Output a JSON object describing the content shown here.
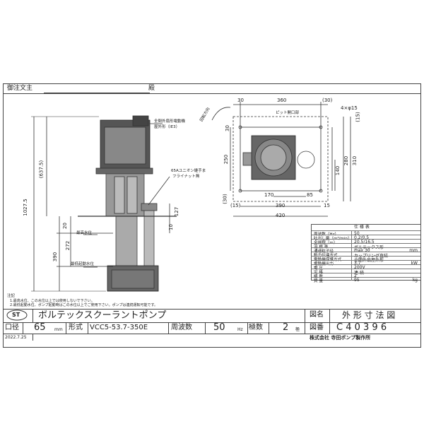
{
  "header": {
    "order_label": "御注文主",
    "honorific": "殿"
  },
  "logo": {
    "text": "ST"
  },
  "title_block": {
    "product_name": "ボルテックスクーラントポンプ",
    "drawing_name_label": "図名",
    "drawing_name": "外 形 寸 法 図",
    "bore_label": "口径",
    "bore_value": "65",
    "bore_unit": "mm",
    "model_label": "形式",
    "model_value": "VCC5-53.7-350E",
    "freq_label": "周波数",
    "freq_value": "50",
    "freq_unit": "Hz",
    "poles_label": "極数",
    "poles_value": "2",
    "poles_unit": "極",
    "drawing_no_label": "図番",
    "drawing_no": "C 4 0 3 9 6",
    "date": "2022.7.25",
    "company": "株式会社 寺田ポンプ製作所"
  },
  "notes": {
    "heading": "注記",
    "items": [
      "1.最高水位、この水位以上では使用しないで下さい。",
      "2.最低起動水位、ポンプ起動時はこの水位以上でご使用下さい。ポンプは連続運転可能です。"
    ]
  },
  "labels": {
    "motor": "全閉外扇形電動機",
    "motor_sub": "屋外形（IE3）",
    "union": "65Aユニオン継手ま",
    "union_sub": "フライナット無",
    "rotation": "回転方向",
    "pit": "ピット開口部",
    "max_level": "最高水位",
    "min_level": "最低起動水位",
    "holes": "4×φ15"
  },
  "dimensions": {
    "top_30_left": "30",
    "top_360": "360",
    "top_30_right": "(30)",
    "side_15_top": "(15)",
    "side_250": "250",
    "side_280": "280",
    "side_310": "310",
    "side_140": "140",
    "side_30_top": "30",
    "side_30_bot": "(30)",
    "bot_170": "170",
    "bot_85": "85",
    "bot_15_left": "(15)",
    "bot_390": "390",
    "bot_15_right": "15",
    "bot_420": "420",
    "v_1027": "1027.5",
    "v_637": "(637.5)",
    "v_390": "390",
    "v_272": "272",
    "v_20": "20",
    "v_127": "127",
    "v_10": "10"
  },
  "spec_table": {
    "title": "仕 様 表",
    "rows": [
      {
        "label": "周波数（Hz）",
        "value": "50",
        "unit": ""
      },
      {
        "label": "吐出し量（m³/min）",
        "value": "0.2/0.5",
        "unit": ""
      },
      {
        "label": "全揚程（m）",
        "value": "20.5/16.5",
        "unit": ""
      },
      {
        "label": "羽 根 車",
        "value": "ボルテックス形",
        "unit": ""
      },
      {
        "label": "通過粒子径",
        "value": "max 30",
        "unit": "mm"
      },
      {
        "label": "動力伝達方式",
        "value": "カップリング直結",
        "unit": ""
      },
      {
        "label": "電動機保護方式",
        "value": "全閉外扇屋外形",
        "unit": ""
      },
      {
        "label": "電動機出力",
        "value": "3.7",
        "unit": "kW"
      },
      {
        "label": "電 圧",
        "value": "200V",
        "unit": ""
      },
      {
        "label": "定 格",
        "value": "連 続",
        "unit": ""
      },
      {
        "label": "極 数",
        "value": "2",
        "unit": ""
      },
      {
        "label": "質 量",
        "value": "95",
        "unit": "kg"
      }
    ]
  }
}
